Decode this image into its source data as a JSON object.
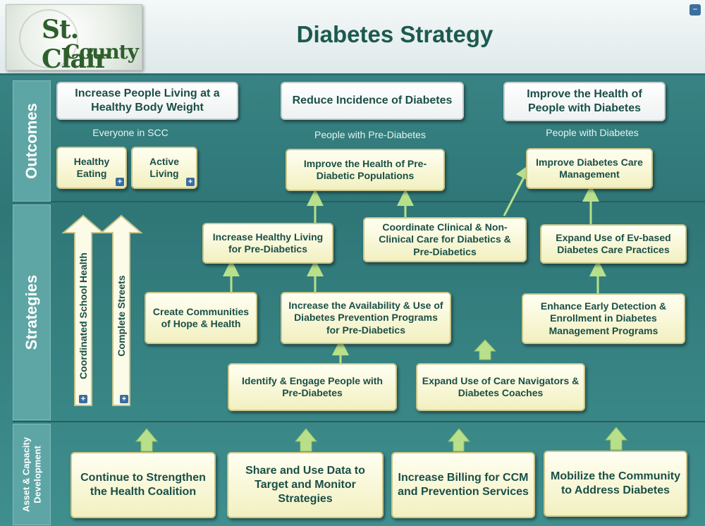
{
  "header": {
    "title": "Diabetes Strategy",
    "logo_line1": "St. Clair",
    "logo_line2": "County",
    "minimize_glyph": "−"
  },
  "sections": {
    "outcomes": "Outcomes",
    "strategies": "Strategies",
    "asset": "Asset & Capacity Development"
  },
  "outcomes": {
    "o1": "Increase People Living at a Healthy Body Weight",
    "o2": "Reduce Incidence of Diabetes",
    "o3": "Improve the Health of People with Diabetes"
  },
  "populations": {
    "p1": "Everyone in SCC",
    "p2": "People with Pre-Diabetes",
    "p3": "People with Diabetes"
  },
  "sub_outcomes": {
    "healthy_eating": "Healthy Eating",
    "active_living": "Active Living",
    "improve_prediabetic": "Improve the Health of Pre-Diabetic Populations",
    "improve_care": "Improve Diabetes Care Management"
  },
  "strategies": {
    "coordinated_school_health": "Coordinated School Health",
    "complete_streets": "Complete Streets",
    "increase_healthy_living": "Increase Healthy Living for Pre-Diabetics",
    "coordinate_care": "Coordinate Clinical & Non-Clinical Care for Diabetics & Pre-Diabetics",
    "expand_ev_based": "Expand Use of Ev-based Diabetes Care Practices",
    "create_communities": "Create Communities of Hope & Health",
    "increase_availability": "Increase the Availability & Use of Diabetes Prevention Programs for Pre-Diabetics",
    "enhance_detection": "Enhance Early Detection & Enrollment in Diabetes Management Programs",
    "identify_engage": "Identify & Engage People with Pre-Diabetes",
    "expand_navigators": "Expand Use of Care Navigators & Diabetes Coaches"
  },
  "assets": {
    "a1": "Continue to Strengthen the Health Coalition",
    "a2": "Share and Use Data to Target and Monitor Strategies",
    "a3": "Increase Billing for CCM and Prevention Services",
    "a4": "Mobilize the Community to Address Diabetes"
  },
  "expand_glyph": "+",
  "colors": {
    "box_text": "#1a4f47",
    "arrow": "#b8e08a",
    "band": "#5ea6a5"
  }
}
